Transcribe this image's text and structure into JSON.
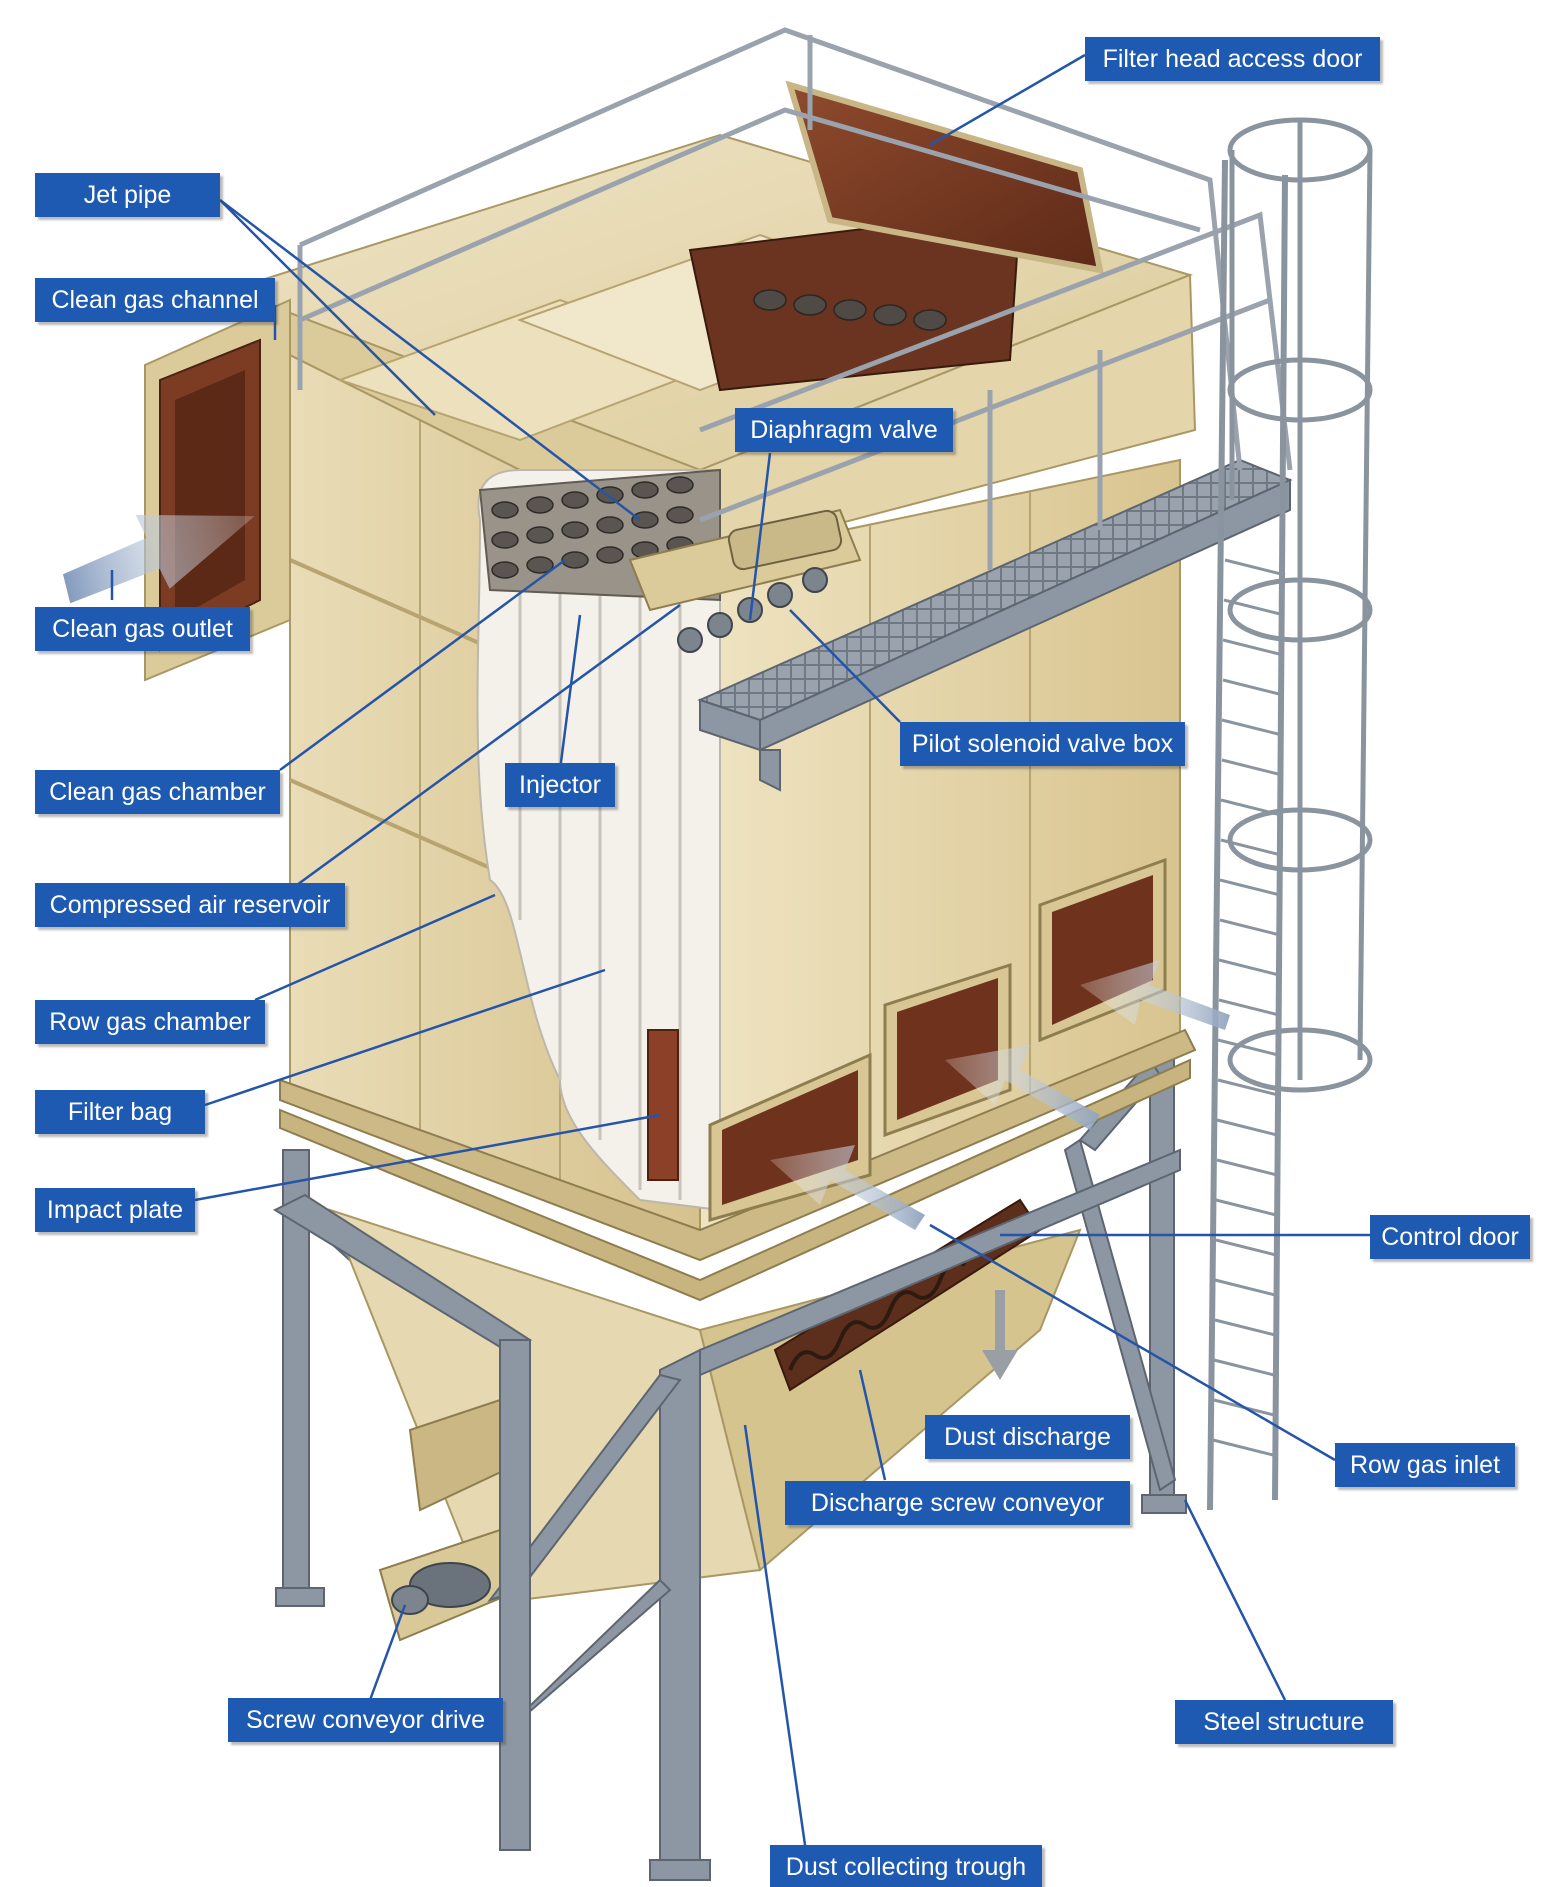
{
  "labels": {
    "filter_head_access_door": "Filter head access door",
    "jet_pipe": "Jet pipe",
    "clean_gas_channel": "Clean gas channel",
    "diaphragm_valve": "Diaphragm valve",
    "clean_gas_outlet": "Clean gas outlet",
    "pilot_solenoid_valve_box": "Pilot solenoid valve box",
    "clean_gas_chamber": "Clean gas chamber",
    "injector": "Injector",
    "compressed_air_reservoir": "Compressed air reservoir",
    "row_gas_chamber": "Row gas chamber",
    "filter_bag": "Filter bag",
    "impact_plate": "Impact plate",
    "control_door": "Control door",
    "dust_discharge": "Dust discharge",
    "row_gas_inlet": "Row gas inlet",
    "discharge_screw_conveyor": "Discharge screw conveyor",
    "screw_conveyor_drive": "Screw conveyor drive",
    "steel_structure": "Steel structure",
    "dust_collecting_trough": "Dust collecting trough"
  },
  "colors": {
    "callout_fill": "#1e5ab2",
    "callout_text": "#ffffff",
    "leader_line": "#2455a8",
    "housing": "#e2d1a6",
    "steel": "#8e98a4",
    "filter_bag": "#f1eee8",
    "door_interior": "#7a3d26"
  }
}
